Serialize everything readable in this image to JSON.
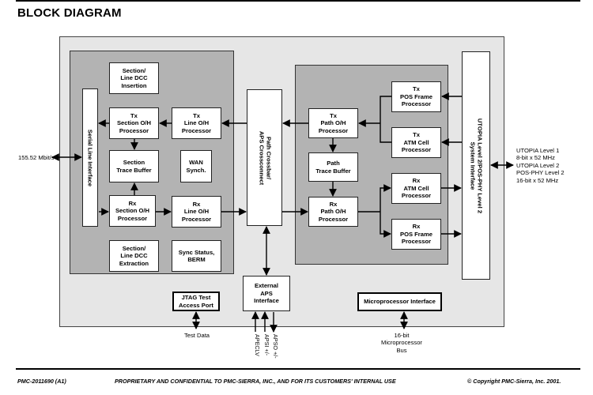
{
  "page": {
    "title": "BLOCK DIAGRAM"
  },
  "diagram": {
    "blocks": {
      "serial_line_interface": "Serial Line Interface",
      "section_line_dcc_insertion": "Section/\nLine DCC\nInsertion",
      "tx_section_oh_processor": "Tx\nSection O/H\nProcessor",
      "tx_line_oh_processor": "Tx\nLine O/H\nProcessor",
      "section_trace_buffer": "Section\nTrace Buffer",
      "wan_synch": "WAN\nSynch.",
      "rx_section_oh_processor": "Rx\nSection O/H\nProcessor",
      "rx_line_oh_processor": "Rx\nLine O/H\nProcessor",
      "section_line_dcc_extraction": "Section/\nLine DCC\nExtraction",
      "sync_status_berm": "Sync Status,\nBERM",
      "path_crossbar": "Path Crossbar/\nAPS Crossconnect",
      "tx_path_oh_processor": "Tx\nPath O/H\nProcessor",
      "path_trace_buffer": "Path\nTrace Buffer",
      "rx_path_oh_processor": "Rx\nPath O/H\nProcessor",
      "tx_pos_frame_processor": "Tx\nPOS Frame\nProcessor",
      "tx_atm_cell_processor": "Tx\nATM Cell\nProcessor",
      "rx_atm_cell_processor": "Rx\nATM Cell\nProcessor",
      "rx_pos_frame_processor": "Rx\nPOS Frame\nProcessor",
      "utopia_system_interface": "UTOPIA Level 2/POS-PHY Level 2\nSystem Interface",
      "jtag_test_access_port": "JTAG Test\nAccess Port",
      "external_aps_interface": "External\nAPS\nInterface",
      "microprocessor_interface": "Microprocessor Interface"
    },
    "external_labels": {
      "line_rate": "155.52 Mbit/s",
      "utopia_modes": "UTOPIA Level 1\n8-bit x 52 MHz\nUTOPIA Level 2\nPOS-PHY Level 2\n16-bit x 52 MHz",
      "test_data": "Test Data",
      "micro_bus": "16-bit\nMicroprocessor\nBus",
      "apsclv": "APECLV",
      "apsi": "APSI +/-",
      "apso": "APSO +/-"
    }
  },
  "footer": {
    "doc_id": "PMC-2011690 (A1)",
    "confidential": "PROPRIETARY AND CONFIDENTIAL TO PMC-SIERRA, INC., AND FOR ITS CUSTOMERS' INTERNAL USE",
    "copyright": "© Copyright PMC-Sierra, Inc. 2001."
  }
}
